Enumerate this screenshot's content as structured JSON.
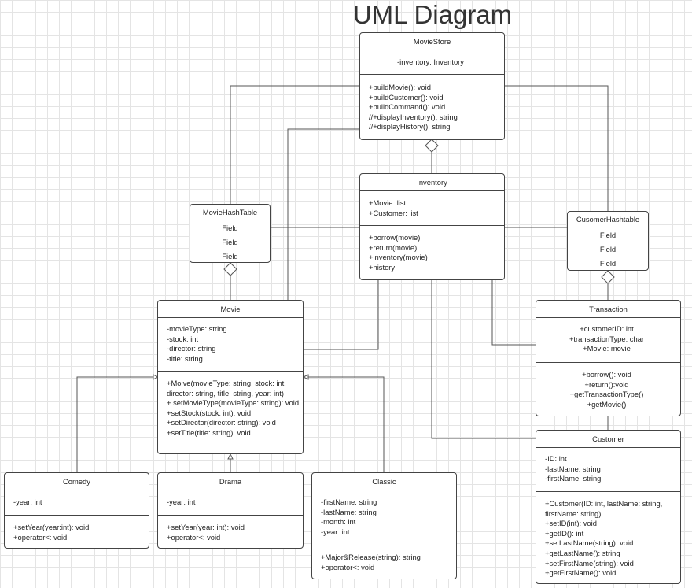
{
  "title": "UML Diagram",
  "classes": {
    "moviestore": {
      "name": "MovieStore",
      "attributes": [
        "-inventory: Inventory"
      ],
      "methods": [
        "+buildMovie(): void",
        "+buildCustomer(): void",
        "+buildCommand(): void",
        "//+displayInventory(); string",
        "//+displayHistory(); string"
      ]
    },
    "inventory": {
      "name": "Inventory",
      "attributes": [
        "+Movie: list",
        "+Customer: list"
      ],
      "methods": [
        "+borrow(movie)",
        "+return(movie)",
        "+inventory(movie)",
        "+history"
      ]
    },
    "moviehashtable": {
      "name": "MovieHashTable",
      "fields": [
        "Field",
        "Field",
        "Field"
      ]
    },
    "customerhashtable": {
      "name": "CusomerHashtable",
      "fields": [
        "Field",
        "Field",
        "Field"
      ]
    },
    "movie": {
      "name": "Movie",
      "attributes": [
        "-movieType: string",
        "-stock: int",
        "-director: string",
        "-title: string"
      ],
      "methods": [
        "+Moive(movieType: string, stock: int, director: string, title: string, year: int)",
        "+ setMovieType(movieType: string): void",
        "+setStock(stock: int): void",
        "+setDirector(director: string): void",
        "+setTitle(title: string): void"
      ]
    },
    "transaction": {
      "name": "Transaction",
      "attributes": [
        "+customerID: int",
        "+transactionType: char",
        "+Movie: movie"
      ],
      "methods": [
        "+borrow(): void",
        "+return():void",
        "+getTransactionType()",
        "+getMovie()"
      ]
    },
    "customer": {
      "name": "Customer",
      "attributes": [
        "-ID: int",
        "-lastName: string",
        "-firstName: string"
      ],
      "methods": [
        "+Customer(ID: int, lastName: string, firstName: string)",
        "+setID(int): void",
        "+getID(): int",
        "+setLastName(string): void",
        "+getLastName(): string",
        "+setFirstName(string): void",
        "+getFirstName(): void"
      ]
    },
    "comedy": {
      "name": "Comedy",
      "attributes": [
        "-year: int"
      ],
      "methods": [
        "+setYear(year:int): void",
        "+operator<: void"
      ]
    },
    "drama": {
      "name": "Drama",
      "attributes": [
        "-year: int"
      ],
      "methods": [
        "+setYear(year: int): void",
        "+operator<: void"
      ]
    },
    "classic": {
      "name": "Classic",
      "attributes": [
        "-firstName: string",
        "-lastName: string",
        "-month: int",
        "-year: int"
      ],
      "methods": [
        "+Major&Release(string): string",
        "+operator<: void"
      ]
    }
  }
}
